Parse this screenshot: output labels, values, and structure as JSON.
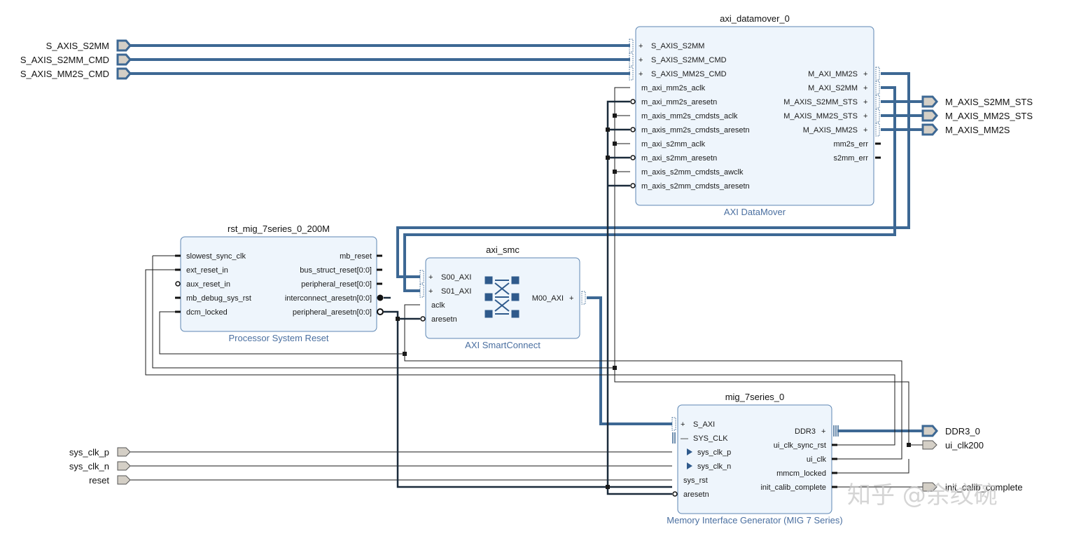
{
  "external_ports": {
    "S_AXIS_S2MM": "S_AXIS_S2MM",
    "S_AXIS_S2MM_CMD": "S_AXIS_S2MM_CMD",
    "S_AXIS_MM2S_CMD": "S_AXIS_MM2S_CMD",
    "M_AXIS_S2MM_STS": "M_AXIS_S2MM_STS",
    "M_AXIS_MM2S_STS": "M_AXIS_MM2S_STS",
    "M_AXIS_MM2S": "M_AXIS_MM2S",
    "sys_clk_p": "sys_clk_p",
    "sys_clk_n": "sys_clk_n",
    "reset": "reset",
    "DDR3_0": "DDR3_0",
    "ui_clk200": "ui_clk200",
    "init_calib_complete": "init_calib_complete"
  },
  "datamover": {
    "name": "axi_datamover_0",
    "type": "AXI DataMover",
    "left_pins": [
      "S_AXIS_S2MM",
      "S_AXIS_S2MM_CMD",
      "S_AXIS_MM2S_CMD",
      "m_axi_mm2s_aclk",
      "m_axi_mm2s_aresetn",
      "m_axis_mm2s_cmdsts_aclk",
      "m_axis_mm2s_cmdsts_aresetn",
      "m_axi_s2mm_aclk",
      "m_axi_s2mm_aresetn",
      "m_axis_s2mm_cmdsts_awclk",
      "m_axis_s2mm_cmdsts_aresetn"
    ],
    "right_pins": [
      "M_AXI_MM2S",
      "M_AXI_S2MM",
      "M_AXIS_S2MM_STS",
      "M_AXIS_MM2S_STS",
      "M_AXIS_MM2S",
      "mm2s_err",
      "s2mm_err"
    ]
  },
  "reset_block": {
    "name": "rst_mig_7series_0_200M",
    "type": "Processor System Reset",
    "left_pins": [
      "slowest_sync_clk",
      "ext_reset_in",
      "aux_reset_in",
      "mb_debug_sys_rst",
      "dcm_locked"
    ],
    "right_pins": [
      "mb_reset",
      "bus_struct_reset[0:0]",
      "peripheral_reset[0:0]",
      "interconnect_aresetn[0:0]",
      "peripheral_aresetn[0:0]"
    ]
  },
  "smc": {
    "name": "axi_smc",
    "type": "AXI SmartConnect",
    "left_pins": [
      "S00_AXI",
      "S01_AXI",
      "aclk",
      "aresetn"
    ],
    "right_pins": [
      "M00_AXI"
    ]
  },
  "mig": {
    "name": "mig_7series_0",
    "type": "Memory Interface Generator (MIG 7 Series)",
    "left_pins": [
      "S_AXI",
      "SYS_CLK",
      "sys_clk_p",
      "sys_clk_n",
      "sys_rst",
      "aresetn"
    ],
    "right_pins": [
      "DDR3",
      "ui_clk_sync_rst",
      "ui_clk",
      "mmcm_locked",
      "init_calib_complete"
    ]
  },
  "watermark": "知乎 @余纹碗",
  "colors": {
    "bus": "#3d6894",
    "block_fill": "#eef5fc",
    "block_border": "#5d86b3",
    "subtitle": "#4a6fa0",
    "port_fill": "#d4cfc6"
  }
}
